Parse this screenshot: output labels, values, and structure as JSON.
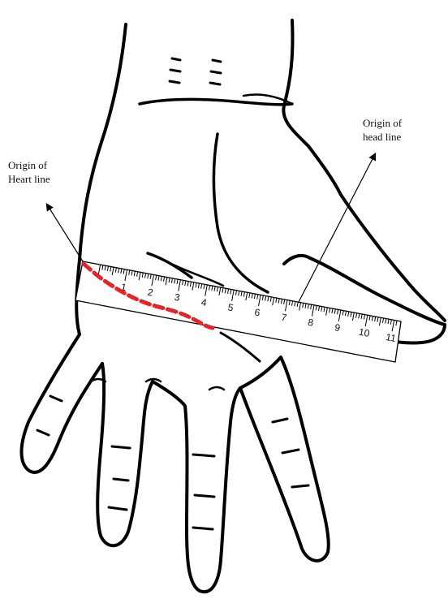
{
  "labels": {
    "heart_line": [
      "Origin of",
      "Heart line"
    ],
    "head_line": [
      "Origin of",
      "head line"
    ]
  },
  "ruler": {
    "numbers": [
      "1",
      "2",
      "3",
      "4",
      "5",
      "6",
      "7",
      "8",
      "9",
      "10",
      "11"
    ]
  },
  "colors": {
    "outline": "#000000",
    "heart_line": "#e0262b",
    "ruler_fill": "#ffffff"
  }
}
